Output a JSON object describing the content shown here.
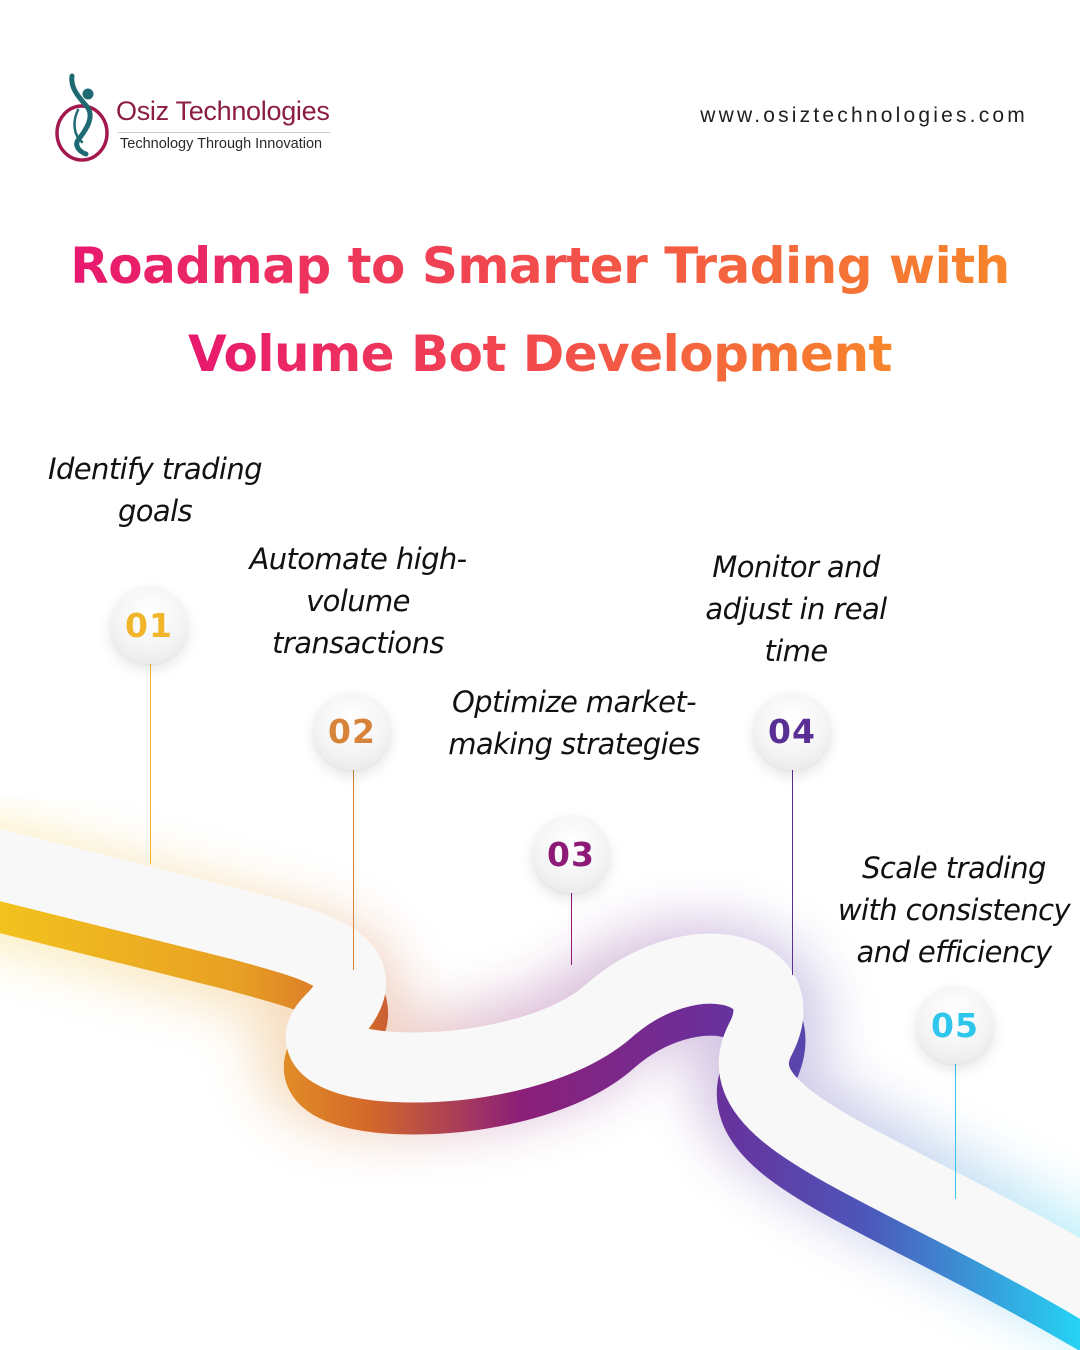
{
  "brand": {
    "name": "Osiz Technologies",
    "tagline": "Technology Through Innovation",
    "website": "www.osiztechnologies.com"
  },
  "headline": {
    "line1": "Roadmap to Smarter Trading with",
    "line2": "Volume Bot Development"
  },
  "colors": {
    "headline_start": "#e8186f",
    "headline_end": "#f7862b",
    "brand": "#8b1d45",
    "road_yellow": "#efb21f",
    "road_orange": "#d96d21",
    "road_purple": "#8a1f7a",
    "road_indigo": "#5b48b0",
    "road_cyan": "#29d0f2"
  },
  "steps": [
    {
      "number": "01",
      "label": "Identify trading goals",
      "color": "#f0b52a"
    },
    {
      "number": "02",
      "label": "Automate high-volume transactions",
      "color": "#d7843a"
    },
    {
      "number": "03",
      "label": "Optimize market-making strategies",
      "color": "#8e1a78"
    },
    {
      "number": "04",
      "label": "Monitor and adjust in real time",
      "color": "#5a2f95"
    },
    {
      "number": "05",
      "label": "Scale trading with consistency and efficiency",
      "color": "#2fc6ee"
    }
  ]
}
